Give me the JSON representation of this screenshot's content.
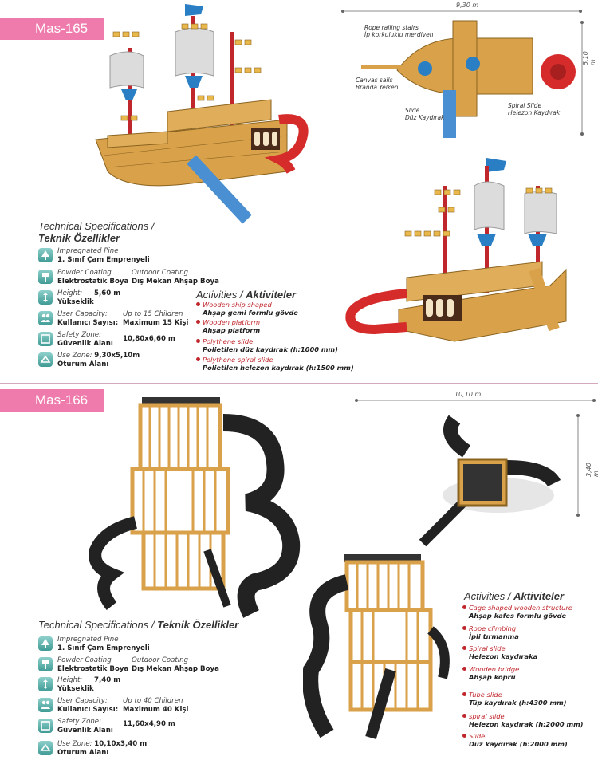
{
  "products": [
    {
      "code": "Mas-165",
      "spec_title_en": "Technical Specifications /",
      "spec_title_tr": "Teknik Özellikler",
      "specs": {
        "material_en": "Impregnated Pine",
        "material_tr": "1. Sınıf Çam Emprenyeli",
        "coating_en": "Powder Coating",
        "coating_tr": "Elektrostatik Boya",
        "outdoor_en": "Outdoor Coating",
        "outdoor_tr": "Dış Mekan Ahşap Boya",
        "height_en": "Height:",
        "height_tr": "Yükseklik",
        "height_val": "5,60 m",
        "capacity_en": "User Capacity:",
        "capacity_tr": "Kullanıcı Sayısı:",
        "capacity_val_en": "Up to 15 Children",
        "capacity_val_tr": "Maximum 15 Kişi",
        "safety_en": "Safety Zone:",
        "safety_tr": "Güvenlik Alanı",
        "safety_val": "10,80x6,60 m",
        "use_en": "Use Zone:",
        "use_val": "9,30x5,10m",
        "use_tr": "Oturum Alanı"
      },
      "activities_title_en": "Activities /",
      "activities_title_tr": "Aktiviteler",
      "activities": [
        {
          "en": "Wooden ship shaped",
          "tr": "Ahşap gemi formlu gövde"
        },
        {
          "en": "Wooden platform",
          "tr": "Ahşap platform"
        },
        {
          "en": "Polythene slide",
          "tr": "Polietilen düz kaydırak (h:1000 mm)"
        },
        {
          "en": "Polythene spiral slide",
          "tr": "Polietilen helezon kaydırak (h:1500 mm)"
        }
      ],
      "dimensions": {
        "width": "9,30 m",
        "depth": "5,10 m"
      },
      "callouts": {
        "rope": "Rope railing stairs",
        "rope_tr": "İp korkuluklu merdiven",
        "canvas": "Canvas sails",
        "canvas_tr": "Branda Yelken",
        "slide": "Slide",
        "slide_tr": "Düz Kaydırak",
        "spiral": "Spiral Slide",
        "spiral_tr": "Helezon Kaydırak"
      }
    },
    {
      "code": "Mas-166",
      "spec_title_en": "Technical Specifications /",
      "spec_title_tr": "Teknik Özellikler",
      "specs": {
        "material_en": "Impregnated Pine",
        "material_tr": "1. Sınıf Çam Emprenyeli",
        "coating_en": "Powder Coating",
        "coating_tr": "Elektrostatik Boya",
        "outdoor_en": "Outdoor Coating",
        "outdoor_tr": "Dış Mekan Ahşap Boya",
        "height_en": "Height:",
        "height_tr": "Yükseklik",
        "height_val": "7,40 m",
        "capacity_en": "User Capacity:",
        "capacity_tr": "Kullanıcı Sayısı:",
        "capacity_val_en": "Up to 40 Children",
        "capacity_val_tr": "Maximum 40 Kişi",
        "safety_en": "Safety Zone:",
        "safety_tr": "Güvenlik Alanı",
        "safety_val": "11,60x4,90 m",
        "use_en": "Use Zone:",
        "use_val": "10,10x3,40 m",
        "use_tr": "Oturum Alanı"
      },
      "activities_title_en": "Activities /",
      "activities_title_tr": "Aktiviteler",
      "activities": [
        {
          "en": "Cage shaped wooden structure",
          "tr": "Ahşap kafes formlu gövde"
        },
        {
          "en": "Rope climbing",
          "tr": "İpli tırmanma"
        },
        {
          "en": "Spiral slide",
          "tr": "Helezon kaydıraka"
        },
        {
          "en": "Wooden bridge",
          "tr": "Ahşap köprü"
        },
        {
          "en": "Tube slide",
          "tr": "Tüp kaydırak (h:4300 mm)"
        },
        {
          "en": "spiral slide",
          "tr": "Helezon kaydırak (h:2000 mm)"
        },
        {
          "en": "Slide",
          "tr": "Düz kaydırak (h:2000 mm)"
        }
      ],
      "dimensions": {
        "width": "10,10 m",
        "depth": "3,40 m"
      }
    }
  ],
  "colors": {
    "tag": "#ee7bac",
    "wood": "#d9a24a",
    "accent_red": "#c0272d",
    "slide_blue": "#4a8fd1",
    "slide_black": "#222222"
  }
}
